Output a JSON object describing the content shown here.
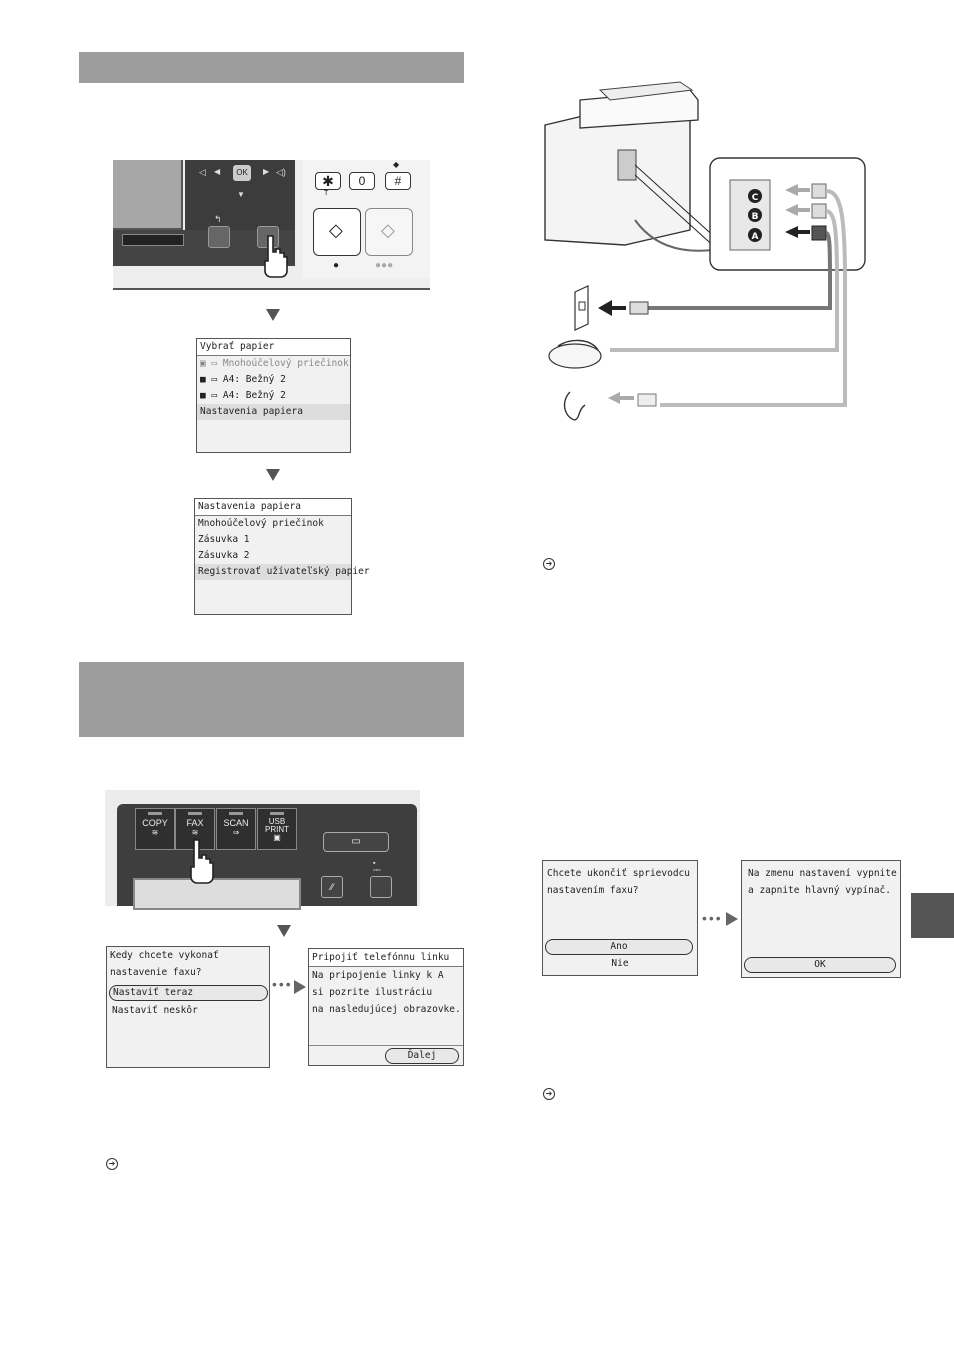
{
  "paper_settings": {
    "screen1": {
      "title": "Vybrať papier",
      "rows": [
        "Mnohoúčelový priečinok",
        "A4: Bežný 2",
        "A4: Bežný 2",
        "Nastavenia papiera"
      ],
      "row_icons": [
        "tray-mp-icon",
        "tray-1-icon",
        "tray-2-icon"
      ]
    },
    "screen2": {
      "title": "Nastavenia papiera",
      "rows": [
        "Mnohoúčelový priečinok",
        "Zásuvka 1",
        "Zásuvka 2",
        "Registrovať užívateľský papier"
      ]
    },
    "panel": {
      "keys": {
        "star": "✱",
        "star_sub": "T",
        "zero": "0",
        "hash": "#"
      },
      "ok_label": "OK"
    }
  },
  "fax_setup": {
    "panel": {
      "buttons": [
        "COPY",
        "FAX",
        "SCAN",
        "USB PRINT"
      ]
    },
    "screen_when": {
      "title": "Kedy chcete vykonať nastavenie faxu?",
      "line1": "Kedy chcete vykonať",
      "line2": "nastavenie faxu?",
      "options": [
        "Nastaviť teraz",
        "Nastaviť neskôr"
      ]
    },
    "screen_connect": {
      "title": "Pripojiť telefónnu linku",
      "lines": [
        "Na pripojenie linky k A",
        "si pozrite ilustráciu",
        "na nasledujúcej obrazovke."
      ],
      "next_button": "Ďalej"
    }
  },
  "connection": {
    "ports": [
      "C",
      "B",
      "A"
    ]
  },
  "finish": {
    "screen_exit": {
      "lines": [
        "Chcete ukončiť sprievodcu",
        "nastavením faxu?"
      ],
      "options": [
        "Ano",
        "Nie"
      ]
    },
    "screen_restart": {
      "lines": [
        "Na zmenu nastavení vypnite",
        "a zapnite hlavný vypínač."
      ],
      "ok_button": "OK"
    }
  },
  "colors": {
    "header_bar": "#9d9d9d",
    "side_tab": "#555555"
  }
}
